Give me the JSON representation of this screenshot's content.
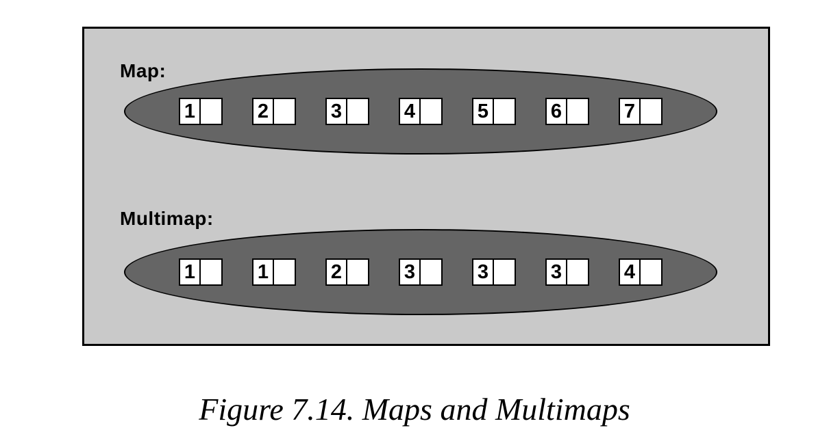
{
  "figure": {
    "rows": [
      {
        "name": "Map",
        "label": "Map:",
        "keys": [
          "1",
          "2",
          "3",
          "4",
          "5",
          "6",
          "7"
        ]
      },
      {
        "name": "Multimap",
        "label": "Multimap:",
        "keys": [
          "1",
          "1",
          "2",
          "3",
          "3",
          "3",
          "4"
        ]
      }
    ],
    "caption": "Figure 7.14. Maps and Multimaps",
    "colors": {
      "page_bg": "#ffffff",
      "panel_bg": "#c9c9c9",
      "panel_border": "#000000",
      "ellipse_fill": "#656565",
      "ellipse_border": "#000000",
      "cell_bg": "#ffffff",
      "cell_border": "#000000",
      "text": "#000000"
    }
  }
}
